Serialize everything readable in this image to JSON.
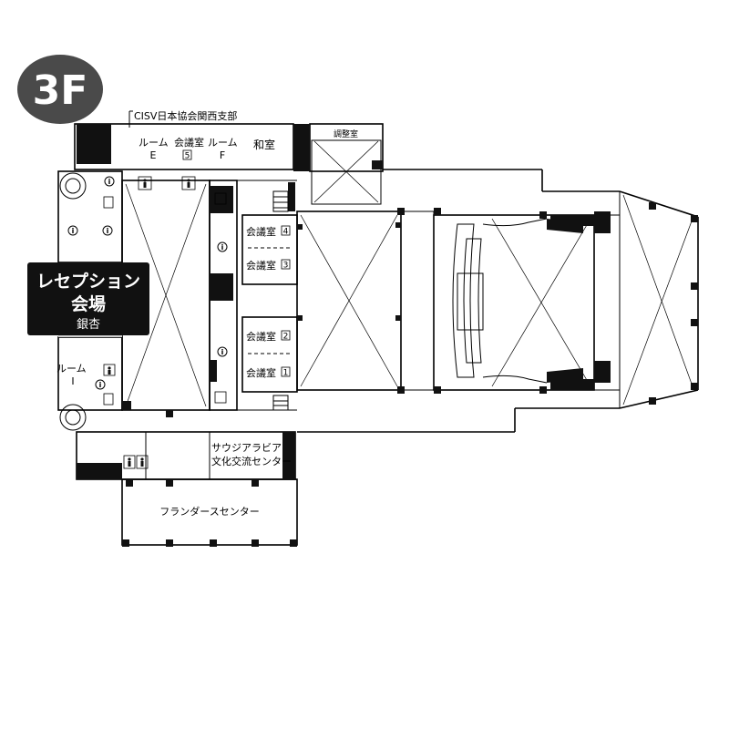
{
  "floor": {
    "label": "3F",
    "badge_color": "#4a4a4a"
  },
  "rooms": {
    "cisv": "CISV日本協会関西支部",
    "room_e_1": "ルーム",
    "room_e_2": "E",
    "kaigi5_1": "会議室",
    "kaigi5_num": "5",
    "room_f_1": "ルーム",
    "room_f_2": "F",
    "washitsu": "和室",
    "chosei": "調整室",
    "kaigi4": "会議室",
    "kaigi4_num": "4",
    "kaigi3": "会議室",
    "kaigi3_num": "3",
    "kaigi2": "会議室",
    "kaigi2_num": "2",
    "kaigi1": "会議室",
    "kaigi1_num": "1",
    "reception_1": "レセプション",
    "reception_2": "会場",
    "reception_3": "銀杏",
    "room_i_1": "ルーム",
    "room_i_2": "I",
    "saudi_1": "サウジアラビア",
    "saudi_2": "文化交流センター",
    "flanders": "フランダースセンター"
  },
  "icons": {
    "info": "i",
    "restroom": "restroom-icon",
    "elevator": "elevator-icon"
  }
}
